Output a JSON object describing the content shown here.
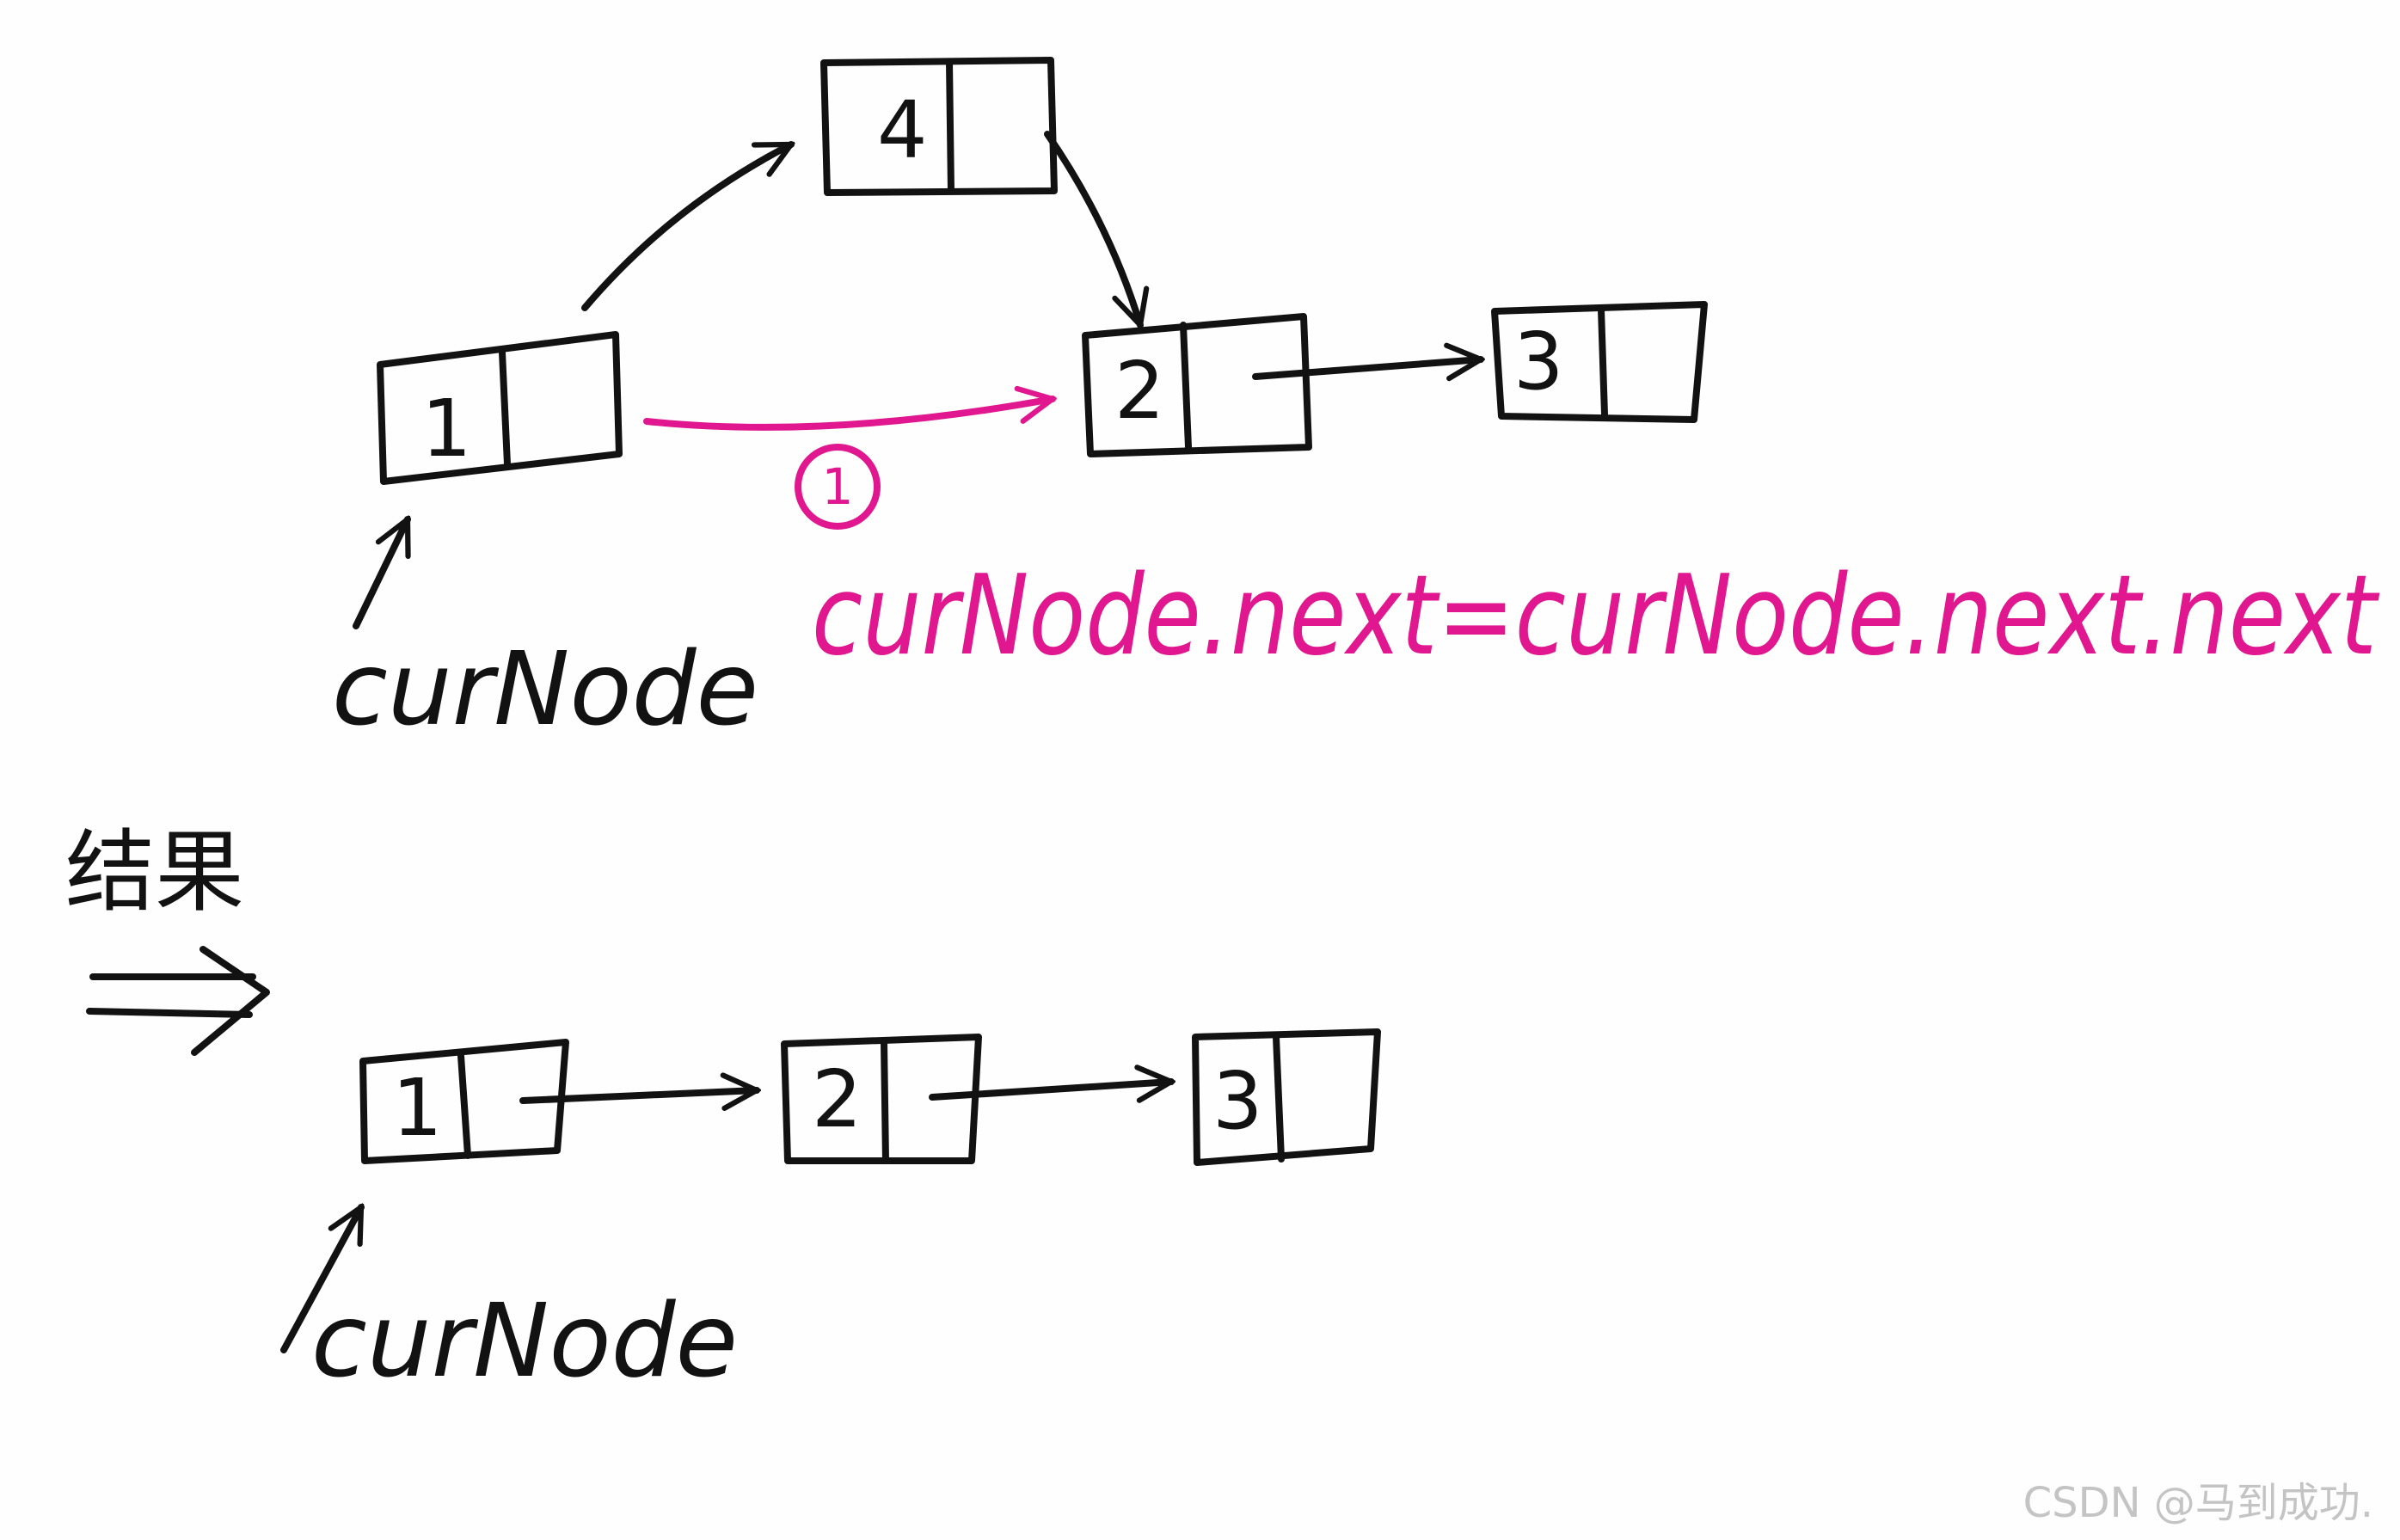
{
  "diagram": {
    "before": {
      "nodes": [
        {
          "id": "n1",
          "value": "1"
        },
        {
          "id": "n4",
          "value": "4"
        },
        {
          "id": "n2",
          "value": "2"
        },
        {
          "id": "n3",
          "value": "3"
        }
      ],
      "pointer_label": "curNode",
      "step_marker": "1",
      "operation": "curNode.next=curNode.next.next"
    },
    "result": {
      "label": "结果",
      "arrow": "⇒",
      "nodes": [
        {
          "id": "r1",
          "value": "1"
        },
        {
          "id": "r2",
          "value": "2"
        },
        {
          "id": "r3",
          "value": "3"
        }
      ],
      "pointer_label": "curNode"
    },
    "watermark": "CSDN @马到成功.",
    "colors": {
      "ink": "#121212",
      "highlight": "#e0178f",
      "paper": "#fefefe",
      "watermark": "#c4c4c4"
    }
  }
}
